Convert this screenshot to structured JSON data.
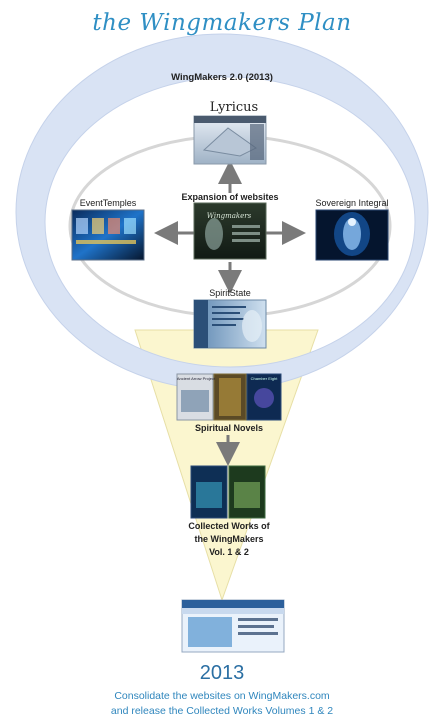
{
  "title": "the Wingmakers Plan",
  "outer_ring_label": "WingMakers 2.0 (2013)",
  "hub_label": "Expansion of websites",
  "nodes": {
    "top": "Lyricus",
    "left": "EventTemples",
    "right": "Sovereign Integral",
    "bottom": "SpiritState"
  },
  "center_image_text": "Wingmakers",
  "novels_label": "Spiritual Novels",
  "novel_covers": [
    "Ancient Arrow Project",
    "",
    "Chamber Eight"
  ],
  "collected_label_lines": [
    "Collected Works of",
    "the WingMakers",
    "Vol. 1 & 2"
  ],
  "year": "2013",
  "caption_lines": [
    "Consolidate the websites on WingMakers.com",
    "and release the Collected Works Volumes 1 & 2"
  ],
  "colors": {
    "title": "#2f8fc4",
    "outer_ring": "#d9e3f4",
    "funnel": "#fbf6cf",
    "caption": "#2f86bd",
    "arrow": "#7a7a7a"
  }
}
